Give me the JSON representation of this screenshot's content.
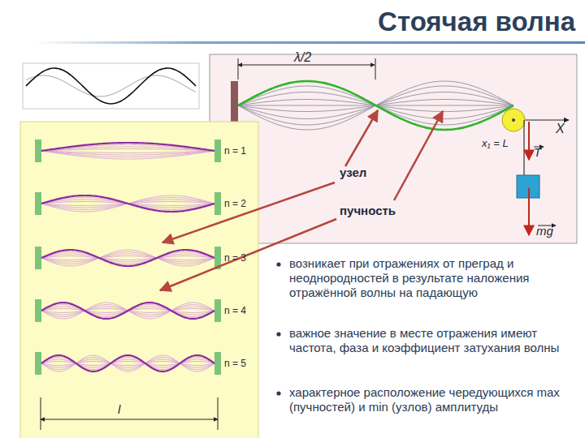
{
  "diagram": {
    "title": "Стоячая волна",
    "labels": [
      "λ/2",
      "X",
      "x₁ = L",
      "T",
      "mg",
      "узел",
      "пучность",
      "n = 1",
      "n = 2",
      "n = 3",
      "n = 4",
      "n = 5",
      "l",
      "возникает при отражениях от преград и неоднородностей в результате наложения отражённой волны на падающую",
      "важное значение в месте отражения имеют частота, фаза и коэффициент затухания волны",
      "характерное расположение чередующихся max (пучностей) и min (узлов) амплитуды"
    ]
  }
}
